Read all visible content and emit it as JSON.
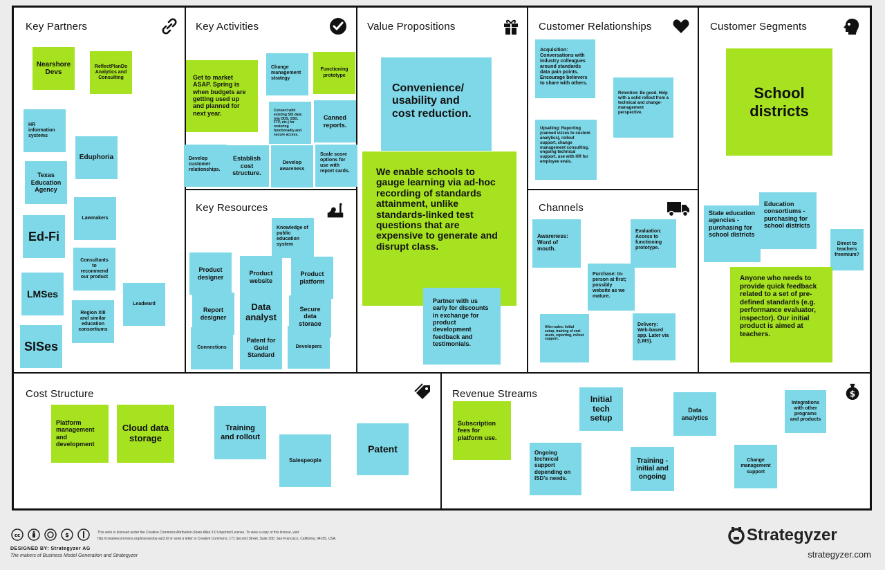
{
  "sections": {
    "key_partners": "Key Partners",
    "key_activities": "Key Activities",
    "key_resources": "Key Resources",
    "value_propositions": "Value Propositions",
    "customer_relationships": "Customer Relationships",
    "channels": "Channels",
    "customer_segments": "Customer Segments",
    "cost_structure": "Cost Structure",
    "revenue_streams": "Revenue Streams"
  },
  "icons": {
    "key_partners": "link-icon",
    "key_activities": "check-circle-icon",
    "key_resources": "factory-icon",
    "value_propositions": "gift-icon",
    "customer_relationships": "heart-icon",
    "channels": "truck-icon",
    "customer_segments": "head-icon",
    "cost_structure": "tag-icon",
    "revenue_streams": "money-bag-icon"
  },
  "colors": {
    "blue_note": "#7fd8e8",
    "green_note": "#a6e21f",
    "border": "#111111"
  },
  "notes": {
    "kp": [
      "Nearshore Devs",
      "ReflectPlanDo Analytics and Consulting",
      "HR information systems",
      "Eduphoria",
      "Texas Education Agency",
      "Lawmakers",
      "Ed-Fi",
      "Consultants to recommend our product",
      "LMSes",
      "Region XIII and similar education consortiums",
      "Leadward",
      "SISes"
    ],
    "ka": [
      "Get to market ASAP. Spring is when budgets are getting used up and planned for next year.",
      "Change management strategy",
      "Functioning prototype",
      "Connect with existing SIS data (via ODS, SSO, FTP, etc.) for rostering functionality and secure access.",
      "Canned reports.",
      "Develop customer relationships.",
      "Establish cost structure.",
      "Develop awareness",
      "Scale score options for use with report cards."
    ],
    "kr": [
      "Knowledge of public education system",
      "Product designer",
      "Product website",
      "Product platform",
      "Report designer",
      "Data analyst",
      "Secure data storage",
      "Connections",
      "Patent for Gold Standard",
      "Developers"
    ],
    "vp": [
      "Convenience/ usability and cost reduction.",
      "We enable schools to gauge learning via ad-hoc recording of standards attainment, unlike standards-linked test questions that are expensive to generate and disrupt class.",
      "Partner with us early for discounts in exchange for product development feedback and testimonials."
    ],
    "cr": [
      "Acquisition: Conversations with industry colleagues around standards data pain points. Encourage believers to share with others.",
      "Retention: Be good. Help with a solid rollout from a technical and change-management perspective.",
      "Upselling: Reporting (canned vizzes to custom analytics), rollout support, change management consulting, ongoing technical support, use with HR for employee evals."
    ],
    "ch": [
      "Awareness: Word of mouth.",
      "Evaluation: Access to functioning prototype.",
      "Purchase: In-person at first; possibly website as we mature.",
      "After-sales: Initial setup, training of end-users, reporting, rollout support.",
      "Delivery: Web-based app. Later via (LMS)."
    ],
    "cs": [
      "School districts",
      "Education consortiums - purchasing for school districts",
      "State education agencies - purchasing for school districts",
      "Direct to teachers freemium?",
      "Anyone who needs to provide quick feedback related to a set of pre-defined standards (e.g. performance evaluator, inspector). Our initial product is aimed at teachers."
    ],
    "cost": [
      "Platform management and development",
      "Cloud data storage",
      "Training and rollout",
      "Salespeople",
      "Patent"
    ],
    "rev": [
      "Subscription fees for platform use.",
      "Initial tech setup",
      "Data analytics",
      "Integrations with other programs and products",
      "Ongoing technical support depending on ISD's needs.",
      "Training - initial and ongoing",
      "Change management support"
    ]
  },
  "footer": {
    "license": "This work is licensed under the Creative Commons Attribution-Share Alike 3.0 Unported License. To view a copy of this license, visit:",
    "license_url": "http://creativecommons.org/licenses/by-sa/3.0/ or send a letter to Creative Commons, 171 Second Street, Suite 300, San Francisco, California, 94105, USA.",
    "designed_by": "DESIGNED BY: Strategyzer AG",
    "makers": "The makers of Business Model Generation and Strategyzer",
    "brand": "Strategyzer",
    "url": "strategyzer.com"
  }
}
